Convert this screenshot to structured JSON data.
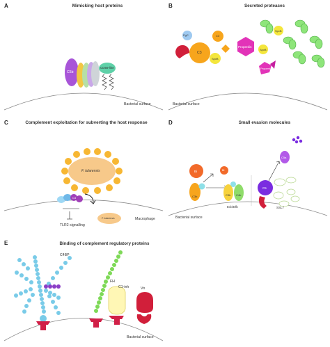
{
  "panels": {
    "a": {
      "letter": "A",
      "title": "Mimicking host proteins",
      "label_c5": "C5b",
      "label_cd59": "CD59-like",
      "surface": "Bacterial surface"
    },
    "b": {
      "letter": "B",
      "title": "Secreted proteases",
      "label_c3": "C3",
      "label_c3frag": "C3",
      "label_properdin": "Properdin",
      "label_properdin2": "Properdin",
      "label_spvb": "SpvB",
      "label_spvb2": "SpvB",
      "label_spvb3": "SpvB",
      "label_pgc": "PgC",
      "surface": "Bacterial surface"
    },
    "c": {
      "letter": "C",
      "title": "Complement exploitation for subverting the host response",
      "label_ftul": "F. tularensis",
      "label_c3": "C3",
      "label_small": "F. tularensis",
      "label_tlr2": "TLR2 signalling",
      "label_macrophage": "Macrophage"
    },
    "d": {
      "letter": "D",
      "title": "Small evasion molecules",
      "label_bi": "Bi",
      "label_bi2": "Bi",
      "label_c3b": "C3b",
      "label_c4b": "C4b",
      "label_c5": "C5",
      "label_c5a": "C5a",
      "label_ecb": "Ecb/Efb",
      "label_ssl7": "SSL7",
      "surface": "Bacterial surface"
    },
    "e": {
      "letter": "E",
      "title": "Binding of complement regulatory proteins",
      "label_c4bp": "C4BP",
      "label_fh": "FH",
      "label_c1inh": "C1-inh",
      "label_vn": "Vn",
      "surface": "Bacterial surface"
    }
  }
}
